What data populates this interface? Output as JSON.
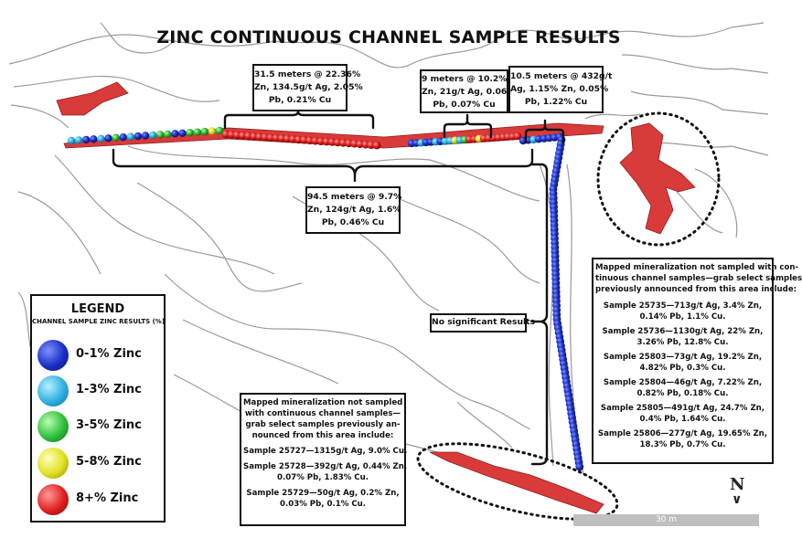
{
  "title": "ZINC CONTINUOUS CHANNEL SAMPLE RESULTS",
  "colors": {
    "zinc_0_1": "#1a2fc4",
    "zinc_1_3": "#2fb0e0",
    "zinc_3_5": "#2fbf3a",
    "zinc_5_8": "#e0e020",
    "zinc_8_plus": "#e02020",
    "mineralization": "#d93a3a",
    "outline": "#8a8a8a"
  },
  "callouts": {
    "c1": [
      "31.5 meters @ 22.36%",
      "Zn, 134.5g/t Ag, 2.05%",
      "Pb, 0.21% Cu"
    ],
    "c2": [
      "9 meters @ 10.2%",
      "Zn, 21g/t Ag, 0.06%",
      "Pb, 0.07% Cu"
    ],
    "c3": [
      "10.5 meters @ 432g/t",
      "Ag, 1.15% Zn, 0.05%",
      "Pb, 1.22% Cu"
    ],
    "c4": [
      "94.5 meters @ 9.7%",
      "Zn, 124g/t Ag, 1.6%",
      "Pb, 0.46% Cu"
    ],
    "c5": [
      "No significant Results"
    ]
  },
  "right_note": {
    "intro": [
      "Mapped mineralization not sampled with con-",
      "tinuous channel samples—grab select samples",
      "previously announced from this area include:"
    ],
    "samples": [
      [
        "Sample 25735—713g/t Ag, 3.4% Zn,",
        "0.14% Pb, 1.1% Cu."
      ],
      [
        "Sample 25736—1130g/t Ag, 22% Zn,",
        "3.26% Pb, 12.8% Cu."
      ],
      [
        "Sample 25803—73g/t Ag, 19.2% Zn,",
        "4.82% Pb, 0.3% Cu."
      ],
      [
        "Sample 25804—46g/t Ag, 7.22% Zn,",
        "0.82% Pb, 0.18% Cu."
      ],
      [
        "Sample 25805—491g/t Ag, 24.7% Zn,",
        "0.4% Pb, 1.64% Cu."
      ],
      [
        "Sample 25806—277g/t Ag, 19.65% Zn,",
        "18.3% Pb, 0.7% Cu."
      ]
    ]
  },
  "left_note": {
    "intro": [
      "Mapped mineralization not sampled",
      "with continuous channel samples—",
      "grab select samples previously an-",
      "nounced from this area include:"
    ],
    "samples": [
      [
        "Sample 25727—1315g/t Ag, 9.0% Cu."
      ],
      [
        "Sample 25728—392g/t Ag, 0.44% Zn,",
        "0.07% Pb, 1.83% Cu."
      ],
      [
        "Sample 25729—50g/t Ag, 0.2% Zn,",
        "0.03% Pb, 0.1% Cu."
      ]
    ]
  },
  "legend": {
    "title": "LEGEND",
    "subtitle": "CHANNEL SAMPLE ZINC RESULTS (%)",
    "items": [
      {
        "label": "0-1% Zinc",
        "color": "#1a2fc4"
      },
      {
        "label": "1-3% Zinc",
        "color": "#2fb0e0"
      },
      {
        "label": "3-5% Zinc",
        "color": "#2fbf3a"
      },
      {
        "label": "5-8% Zinc",
        "color": "#e0e020"
      },
      {
        "label": "8+% Zinc",
        "color": "#e02020"
      }
    ]
  },
  "scale_label": "30 m",
  "north_label": "N"
}
